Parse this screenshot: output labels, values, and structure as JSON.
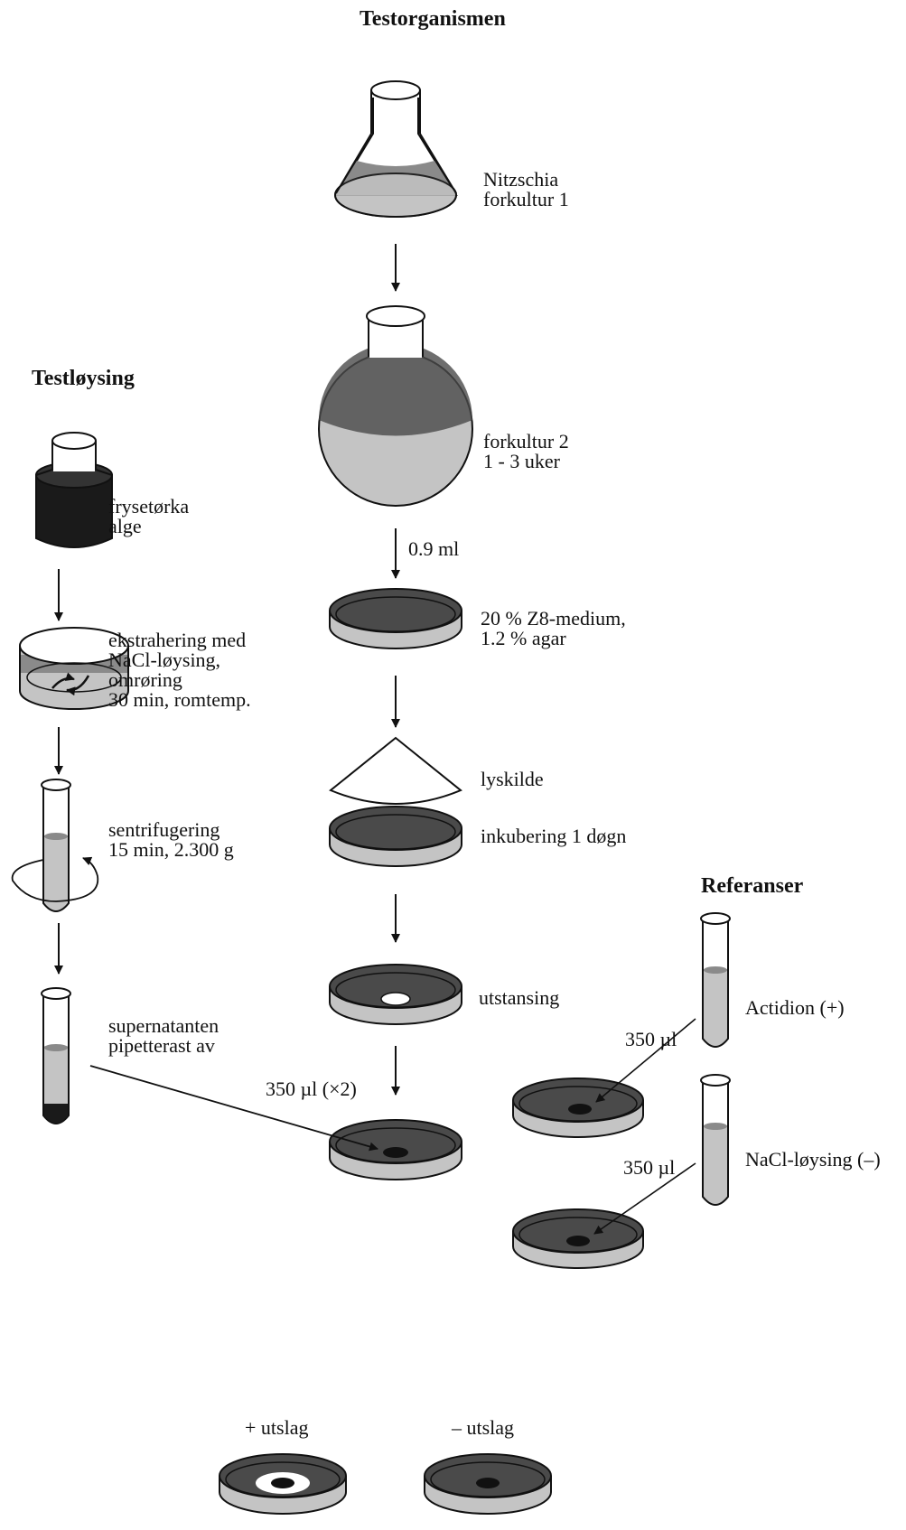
{
  "headings": {
    "testorganismen": "Testorganismen",
    "testloysing": "Testløysing",
    "referanser": "Referanser"
  },
  "labels": {
    "forkultur1": [
      "Nitzschia",
      "forkultur 1"
    ],
    "forkultur2": [
      "forkultur 2",
      "1 - 3 uker"
    ],
    "volume_09": "0.9 ml",
    "medium": [
      "20 % Z8-medium,",
      "1.2 % agar"
    ],
    "lyskilde": "lyskilde",
    "inkubering": "inkubering 1 døgn",
    "utstansing": "utstansing",
    "volume_350x2": "350 µl (×2)",
    "frysetorka": [
      "frysetørka",
      "alge"
    ],
    "ekstrahering": [
      "ekstrahering med",
      "NaCl-løysing,",
      "omrøring",
      "30 min, romtemp."
    ],
    "sentrifugering": [
      "sentrifugering",
      "15 min, 2.300 g"
    ],
    "supernatanten": [
      "supernatanten",
      "pipetterast av"
    ],
    "actidion": "Actidion (+)",
    "nacl_ref": "NaCl-løysing (–)",
    "vol_350_a": "350 µl",
    "vol_350_b": "350 µl",
    "pluss_utslag": "+ utslag",
    "minus_utslag": "– utslag"
  },
  "colors": {
    "ink": "#111111",
    "light_gray": "#c4c4c4",
    "mid_gray": "#8a8a8a",
    "dark_gray": "#4a4a4a",
    "black": "#1a1a1a"
  }
}
